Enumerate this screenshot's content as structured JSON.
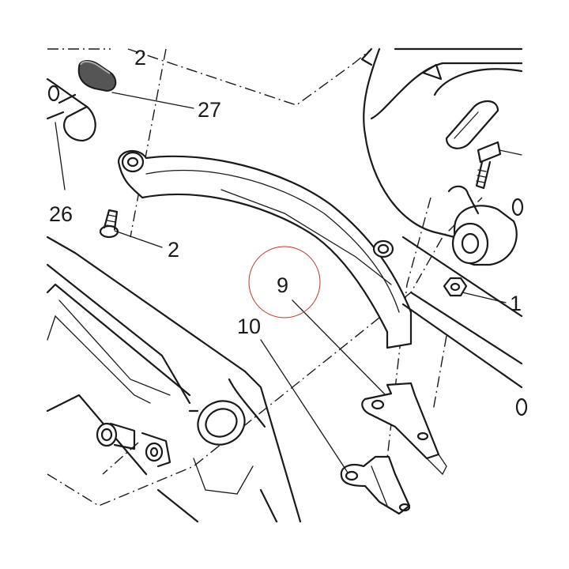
{
  "callouts": [
    {
      "id": "c2a",
      "text": "2"
    },
    {
      "id": "c27",
      "text": "27"
    },
    {
      "id": "c26",
      "text": "26"
    },
    {
      "id": "c2b",
      "text": "2"
    },
    {
      "id": "c9",
      "text": "9"
    },
    {
      "id": "c10",
      "text": "10"
    },
    {
      "id": "c1",
      "text": "1"
    }
  ],
  "colors": {
    "line": "#1a1a1a",
    "grommet": "#555555",
    "highlight_circle": "#c0392b",
    "background": "#ffffff"
  }
}
